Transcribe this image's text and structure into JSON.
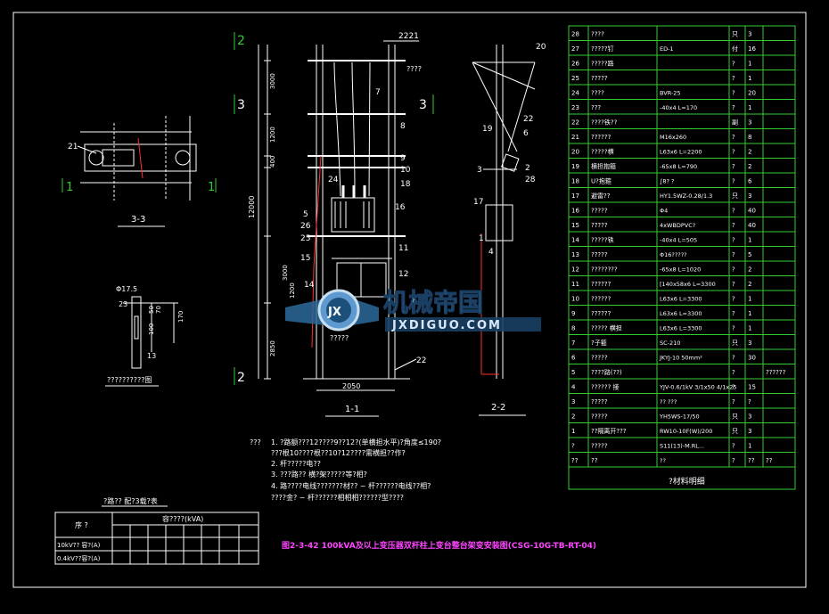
{
  "drawing": {
    "caption": "图2-3-42 100kVA及以上变压器双杆柱上变台整台架变安装图(CSG-10G-TB-RT-04)",
    "section_markers": {
      "left_top": "2",
      "left_mid": "3",
      "right_mid": "3",
      "left_bottom": "2",
      "s33_left": "1",
      "s33_right": "1"
    },
    "view_titles": {
      "v11": "1-1",
      "v22": "2-2",
      "v33": "3-3",
      "detail": "??????????图"
    },
    "dims": {
      "top_label": "2221",
      "pole_dist": "2050",
      "height_total": "12000",
      "left_col": [
        "3000",
        "1200",
        "400",
        "3000",
        "1200",
        "2850"
      ],
      "detail_phi": "Φ17.5",
      "detail_a": "23",
      "detail_b": "13",
      "detail_vals": [
        "50",
        "70",
        "100",
        "170"
      ]
    },
    "callouts_11": [
      "????",
      "7",
      "8",
      "9",
      "10",
      "18",
      "16",
      "11",
      "12",
      "24",
      "5",
      "26",
      "25",
      "15",
      "14",
      "?????",
      "22"
    ],
    "callouts_22": [
      "20",
      "22",
      "19",
      "6",
      "3",
      "2",
      "28",
      "17",
      "1",
      "4"
    ],
    "callouts_33": [
      "21"
    ]
  },
  "notes": {
    "heading": "???",
    "lines": [
      "1. ?路额???12????9??12?(单横担水平)?角度≤190?",
      "   ???根10????根??10?12????需横担??作?",
      "2. 杆?????电??",
      "3. ???路?? 横?架?????等?相?",
      "4. 路????电线???????材?? ~ 杆??????电线??相?",
      "   ????金? ~ 杆??????相相相??????型????"
    ]
  },
  "small_table": {
    "title": "?路?? 配?3载?表",
    "header_left": "序  ?",
    "header_right": "容????(kVA)",
    "rows": [
      "10kV?? 容?(A)",
      "0.4kV??容?(A)"
    ]
  },
  "bom": {
    "title": "?材料明细",
    "rows": [
      [
        "28",
        "????",
        "",
        "只",
        "3",
        ""
      ],
      [
        "27",
        "?????钉",
        "ED-1",
        "付",
        "16",
        ""
      ],
      [
        "26",
        "?????路",
        "",
        "?",
        "1",
        ""
      ],
      [
        "25",
        "?????",
        "",
        "?",
        "1",
        ""
      ],
      [
        "24",
        "????",
        "BVR-25",
        "?",
        "20",
        ""
      ],
      [
        "23",
        "???",
        "-40x4 L=170",
        "?",
        "1",
        ""
      ],
      [
        "22",
        "????铁??",
        "",
        "副",
        "3",
        ""
      ],
      [
        "21",
        "??????",
        "M16x260",
        "?",
        "8",
        ""
      ],
      [
        "20",
        "?????横",
        "L63x6 L=2200",
        "?",
        "2",
        ""
      ],
      [
        "19",
        "横担抱箍",
        "-65x8 L=790",
        "?",
        "2",
        ""
      ],
      [
        "18",
        "U?抱箍",
        "∫8?  ?",
        "?",
        "6",
        ""
      ],
      [
        "17",
        "避雷??",
        "HY1.5WZ-0.28/1.3",
        "只",
        "3",
        ""
      ],
      [
        "16",
        "?????",
        "Φ4",
        "?",
        "40",
        ""
      ],
      [
        "15",
        "?????",
        "4xWBDPVC?",
        "?",
        "40",
        ""
      ],
      [
        "14",
        "?????铁",
        "-40x4 L=505",
        "?",
        "1",
        ""
      ],
      [
        "13",
        "?????",
        "Φ16?????",
        "?",
        "5",
        ""
      ],
      [
        "12",
        "????????",
        "-65x8 L=1020",
        "?",
        "2",
        ""
      ],
      [
        "11",
        "??????",
        "[140x58x6 L=3300",
        "?",
        "2",
        ""
      ],
      [
        "10",
        "??????",
        "L63x6 L=3300",
        "?",
        "1",
        ""
      ],
      [
        "9",
        "??????",
        "L63x6 L=3300",
        "?",
        "1",
        ""
      ],
      [
        "8",
        "????? 横担",
        "L63x6 L=3300",
        "?",
        "1",
        ""
      ],
      [
        "7",
        "?子箍",
        "SC-210",
        "只",
        "3",
        ""
      ],
      [
        "6",
        "?????",
        "JKYJ-10 50mm²",
        "?",
        "30",
        ""
      ],
      [
        "5",
        "????路(??)",
        "",
        "?",
        "",
        "??????"
      ],
      [
        "4",
        "?????? 接",
        "YJV-0.6/1kV 3/1x50 4/1x25",
        "?",
        "15",
        ""
      ],
      [
        "3",
        "?????",
        "?? ???",
        "?",
        "?",
        ""
      ],
      [
        "2",
        "?????",
        "YH5WS-17/50",
        "只",
        "3",
        ""
      ],
      [
        "1",
        "??隔离开???",
        "RW10-10F(W)/200",
        "只",
        "3",
        ""
      ],
      [
        "?",
        "?????",
        "S11(13)-M.RL...",
        "?",
        "1",
        ""
      ],
      [
        "??",
        "??",
        "??",
        "?",
        "??",
        "??"
      ]
    ]
  },
  "watermark": {
    "cn": "机械帝国",
    "en": "JXDIGUO.COM",
    "badge": "JX"
  },
  "colors": {
    "bg": "#000000",
    "frame": "#ffffff",
    "green": "#33cc33",
    "white": "#ffffff",
    "cyan": "#00e0e0",
    "magenta": "#ff44ff",
    "yellow": "#ffff00",
    "red": "#ff3030"
  }
}
